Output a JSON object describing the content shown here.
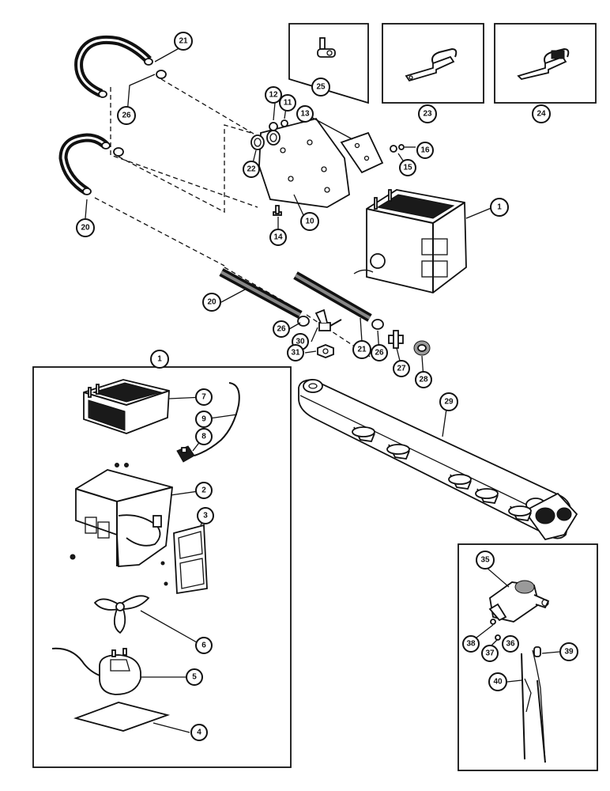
{
  "callouts": {
    "c1_heater": "1",
    "c1_group": "1",
    "c2": "2",
    "c3": "3",
    "c4": "4",
    "c5": "5",
    "c6": "6",
    "c7": "7",
    "c8": "8",
    "c9": "9",
    "c10": "10",
    "c11": "11",
    "c12": "12",
    "c13": "13",
    "c14": "14",
    "c15": "15",
    "c16": "16",
    "c20_top": "20",
    "c20_bottom": "20",
    "c21_top": "21",
    "c21_bottom": "21",
    "c22": "22",
    "c23": "23",
    "c24": "24",
    "c25": "25",
    "c26_top": "26",
    "c26_mid": "26",
    "c26_right": "26",
    "c27": "27",
    "c28": "28",
    "c29": "29",
    "c30": "30",
    "c31": "31",
    "c35": "35",
    "c36": "36",
    "c37": "37",
    "c38": "38",
    "c39": "39",
    "c40": "40"
  }
}
